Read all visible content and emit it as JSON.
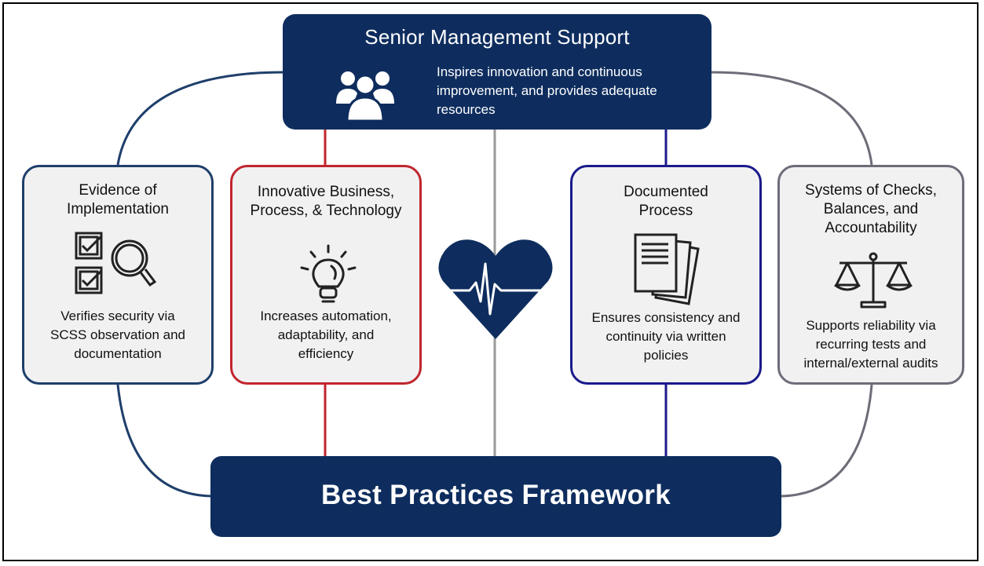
{
  "top": {
    "title": "Senior Management Support",
    "description": "Inspires innovation and continuous improvement, and provides adequate resources",
    "icon": "people-group-icon"
  },
  "cards": [
    {
      "title": "Evidence of Implementation",
      "description": "Verifies security via SCSS observation and documentation",
      "icon": "checklist-magnifier-icon",
      "border_color": "#1f3f6b"
    },
    {
      "title": "Innovative Business, Process, & Technology",
      "description": "Increases automation, adaptability, and efficiency",
      "icon": "lightbulb-icon",
      "border_color": "#c0262d"
    },
    {
      "title": "Documented Process",
      "description": "Ensures consistency and continuity via written policies",
      "icon": "documents-icon",
      "border_color": "#1a1a8c"
    },
    {
      "title": "Systems of Checks, Balances, and Accountability",
      "description": "Supports reliability via recurring tests and internal/external audits",
      "icon": "balance-scale-icon",
      "border_color": "#6e6c78"
    }
  ],
  "center": {
    "icon": "heartbeat-heart-icon"
  },
  "bottom": {
    "title": "Best Practices Framework"
  },
  "colors": {
    "navy": "#0e2d5e",
    "red": "#c0262d",
    "blue": "#1a1a8c",
    "gray": "#6e6c78",
    "card_bg": "#f1f1f2"
  }
}
